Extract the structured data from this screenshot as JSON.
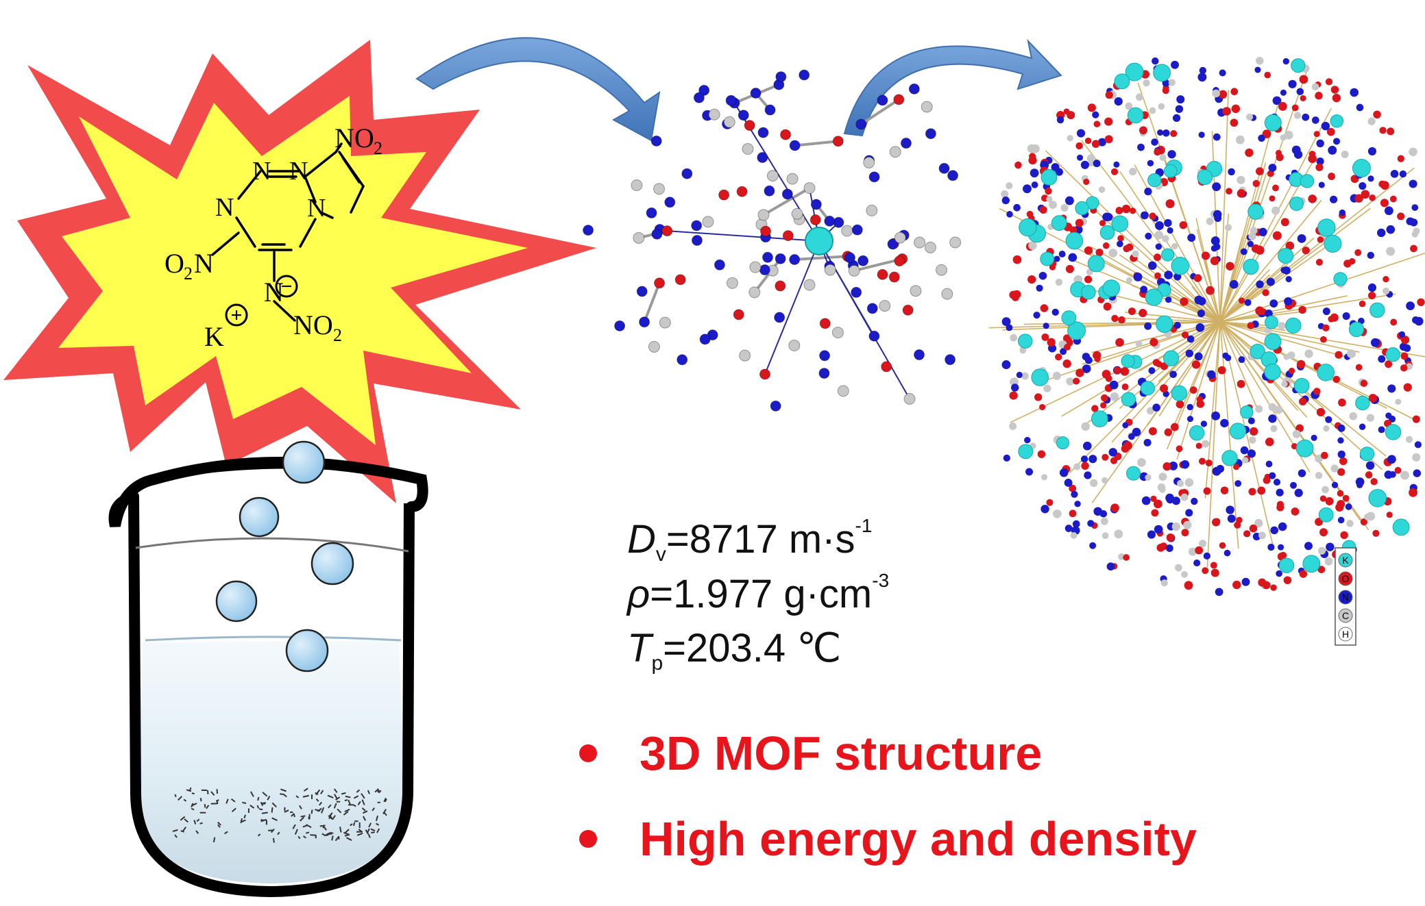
{
  "molecule": {
    "nitro_top": "NO",
    "nitro_top_sub": "2",
    "nitro_left": "O",
    "nitro_left_sub": "2",
    "nitro_left_tail": "N",
    "nitro_amine": "NO",
    "nitro_amine_sub": "2",
    "n_amine": "N",
    "n_ring_1": "N",
    "n_ring_2": "N",
    "n_ring_3": "N",
    "n_ring_4": "N",
    "cation": "K",
    "cation_charge": "+",
    "anion_charge": "−"
  },
  "properties": [
    {
      "symbol": "D",
      "sub": "v",
      "value": "=8717 m·s",
      "sup": "-1"
    },
    {
      "symbol": "ρ",
      "sub": "",
      "value": "=1.977 g·cm",
      "sup": "-3"
    },
    {
      "symbol": "T",
      "sub": "p",
      "value": "=203.4 ℃",
      "sup": ""
    }
  ],
  "highlights": [
    "3D MOF structure",
    "High energy and density"
  ],
  "element_legend": [
    "K",
    "O",
    "N",
    "C",
    "H"
  ],
  "colors": {
    "burst_outer": "#f24b4b",
    "burst_inner": "#ffff4f",
    "arrow": "#5b8fce",
    "potassium": "#2ed8d8",
    "oxygen": "#d8161c",
    "nitrogen": "#1b1bc8",
    "carbon": "#c8c8c8",
    "hydrogen": "#ffffff",
    "highlight_text": "#e8141b",
    "beaker_liquid": "#ddedf4",
    "bubble": "#a8d2ee"
  }
}
